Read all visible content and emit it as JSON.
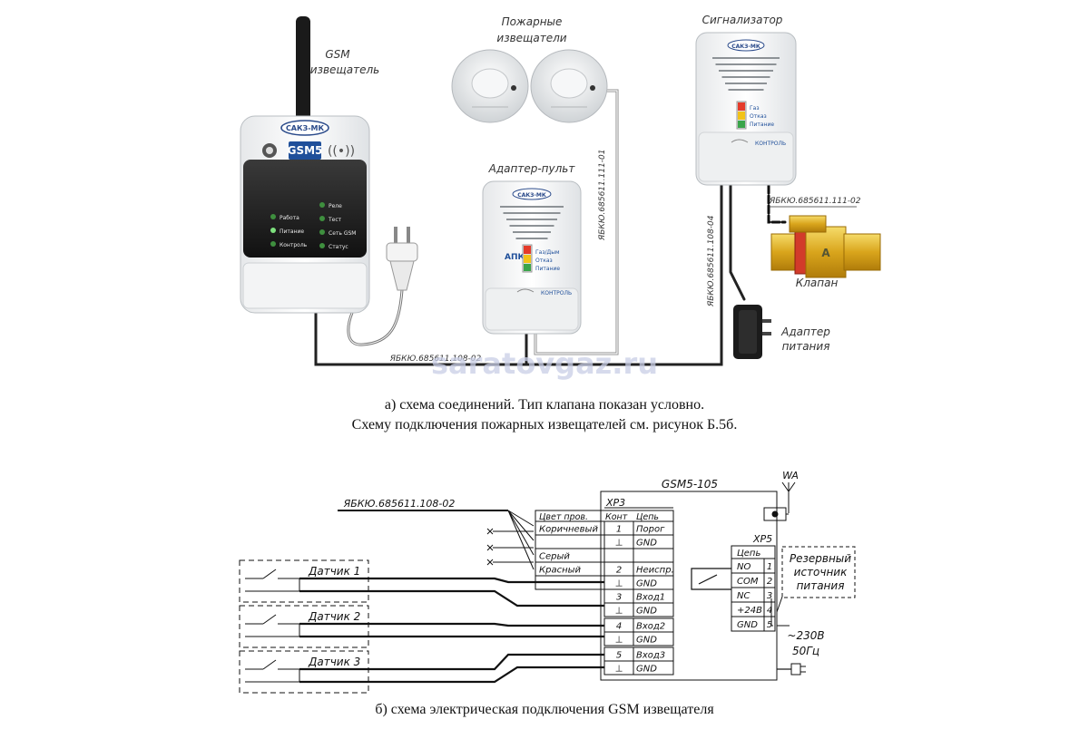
{
  "top": {
    "gsm_label": [
      "GSM",
      "извещатель"
    ],
    "fire_label": [
      "Пожарные",
      "извещатели"
    ],
    "alarm_label": "Сигнализатор",
    "adapter_label": "Адаптер-пульт",
    "brand": "САКЗ-МК",
    "gsm_badge": "GSM5",
    "gsm_leds": [
      "Работа",
      "Питание",
      "Контроль"
    ],
    "gsm_leds_right": [
      "Реле",
      "Тест",
      "Сеть GSM",
      "Статус"
    ],
    "adapter_badge": "АПК",
    "adapter_leds": [
      "Газ/Дым",
      "Отказ",
      "Питание"
    ],
    "alarm_leds": [
      "Газ",
      "Отказ",
      "Питание"
    ],
    "kontrol": "КОНТРОЛЬ",
    "cable_main": "ЯБКЮ.685611.108-02",
    "cable_fire": "ЯБКЮ.685611.111-01",
    "cable_alarm": "ЯБКЮ.685611.108-04",
    "cable_valve": "ЯБКЮ.685611.111-02",
    "valve_label": "Клапан",
    "valve_letter": "А",
    "power_adapter_label": [
      "Адаптер",
      "питания"
    ],
    "watermark": "saratovgaz.ru",
    "caption_a_1": "а) схема соединений. Тип клапана показан условно.",
    "caption_a_2": "Схему подключения пожарных извещателей см. рисунок Б.5б."
  },
  "schematic": {
    "device": "GSM5-105",
    "antenna": "WA",
    "cable": "ЯБКЮ.685611.108-02",
    "xp3": {
      "name": "XP3",
      "headers": [
        "Цвет пров.",
        "Конт",
        "Цепь"
      ],
      "rows": [
        {
          "color": "Коричневый",
          "pin": "1",
          "circuit": "Порог"
        },
        {
          "color": "",
          "pin": "⊥",
          "circuit": "GND"
        },
        {
          "color": "Серый",
          "pin": "",
          "circuit": ""
        },
        {
          "color": "Красный",
          "pin": "2",
          "circuit": "Неиспр."
        },
        {
          "color": "",
          "pin": "⊥",
          "circuit": "GND"
        },
        {
          "color": "",
          "pin": "3",
          "circuit": "Вход1"
        },
        {
          "color": "",
          "pin": "⊥",
          "circuit": "GND"
        },
        {
          "color": "",
          "pin": "4",
          "circuit": "Вход2"
        },
        {
          "color": "",
          "pin": "⊥",
          "circuit": "GND"
        },
        {
          "color": "",
          "pin": "5",
          "circuit": "Вход3"
        },
        {
          "color": "",
          "pin": "⊥",
          "circuit": "GND"
        }
      ]
    },
    "xp5": {
      "name": "XP5",
      "header": "Цепь",
      "rows": [
        {
          "circuit": "NO",
          "pin": "1"
        },
        {
          "circuit": "COM",
          "pin": "2"
        },
        {
          "circuit": "NC",
          "pin": "3"
        },
        {
          "circuit": "+24В",
          "pin": "4"
        },
        {
          "circuit": "GND",
          "pin": "5"
        }
      ]
    },
    "sensors": [
      "Датчик 1",
      "Датчик 2",
      "Датчик 3"
    ],
    "reserve": [
      "Резервный",
      "источник",
      "питания"
    ],
    "mains": [
      "~230В",
      "50Гц"
    ],
    "caption": "б) схема электрическая подключения GSM извещателя"
  }
}
